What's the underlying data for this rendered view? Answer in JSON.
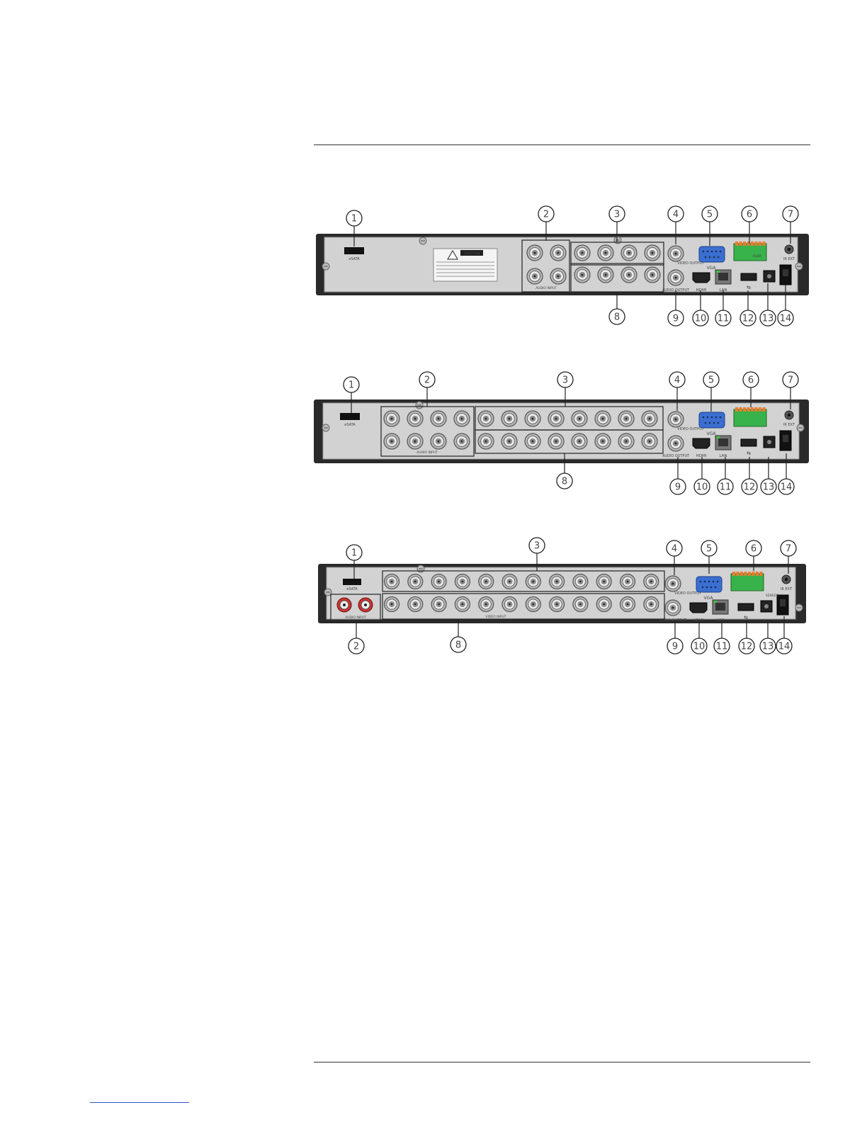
{
  "page": {
    "title": ""
  },
  "colors": {
    "chassis": "#2a2a2a",
    "plate": "#d2d2d2",
    "plate_edge": "#9a9a9a",
    "bnc": "#b8b8b8",
    "vga": "#3a6fd1",
    "alarm_block": "#38b24a",
    "alarm_pins": "#f07a2a",
    "callout": "#222222"
  },
  "panels": [
    {
      "id": "dvr-8ch",
      "labels": {
        "esata": "eSATA",
        "audio_input": "AUDIO INPUT",
        "video_output": "VIDEO OUTPUT",
        "vga": "VGA",
        "hdmi": "HDMI",
        "lan": "LAN",
        "audio_output": "AUDIO OUTPUT",
        "rs485": "RS485",
        "ir_ext": "IR EXT",
        "caution": "CAUTION"
      },
      "callouts": [
        "1",
        "2",
        "3",
        "4",
        "5",
        "6",
        "7",
        "8",
        "9",
        "10",
        "11",
        "12",
        "13",
        "14"
      ]
    },
    {
      "id": "dvr-16ch",
      "labels": {
        "esata": "eSATA",
        "audio_input": "AUDIO INPUT",
        "video_output": "VIDEO OUTPUT",
        "vga": "VGA",
        "hdmi": "HDMI",
        "lan": "LAN",
        "audio_output": "AUDIO OUTPUT",
        "ir_ext": "IR EXT"
      },
      "callouts": [
        "1",
        "2",
        "3",
        "4",
        "5",
        "6",
        "7",
        "8",
        "9",
        "10",
        "11",
        "12",
        "13",
        "14"
      ]
    },
    {
      "id": "dvr-24ch",
      "labels": {
        "esata": "eSATA",
        "audio_input": "AUDIO INPUT",
        "video_output": "VIDEO OUTPUT",
        "vga": "VGA",
        "hdmi": "HDMI",
        "lan": "LAN",
        "audio_output": "AUDIO OUTPUT",
        "sensor": "SENSOR",
        "ir_ext": "IR EXT",
        "video_input": "VIDEO INPUT"
      },
      "callouts": [
        "1",
        "2",
        "3",
        "4",
        "5",
        "6",
        "7",
        "8",
        "9",
        "10",
        "11",
        "12",
        "13",
        "14"
      ]
    }
  ]
}
